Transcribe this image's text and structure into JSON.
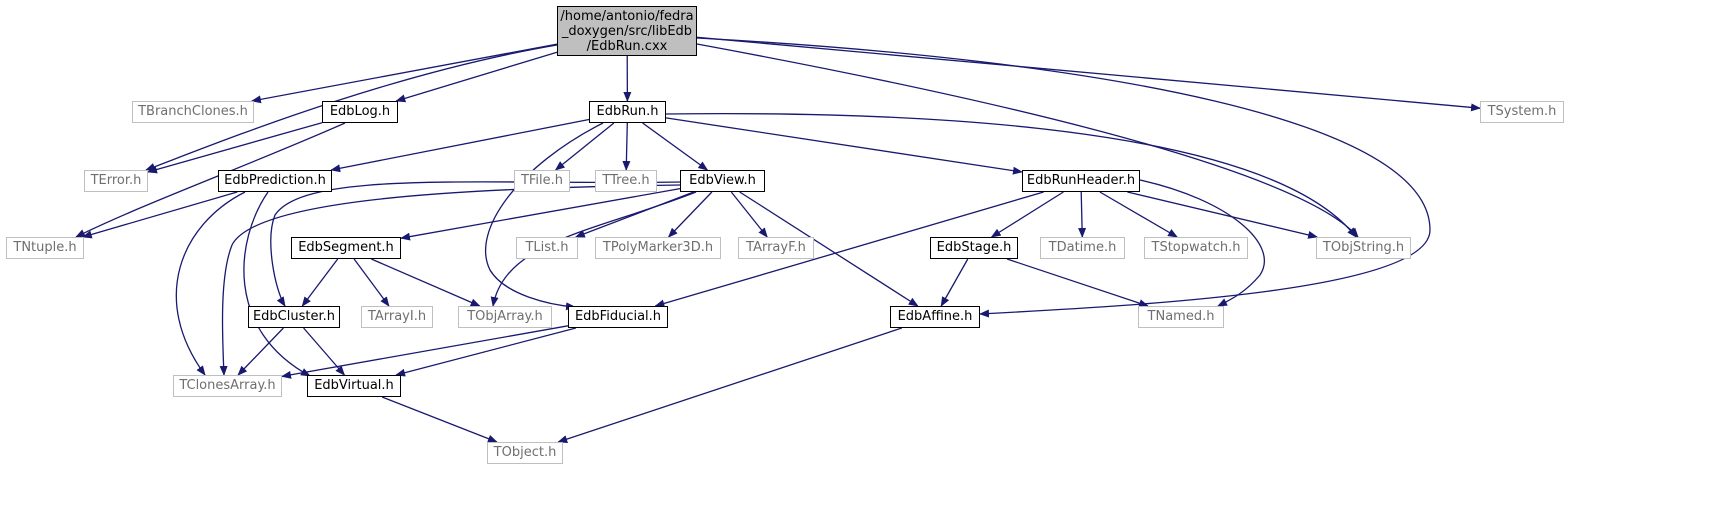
{
  "diagram": {
    "type": "include-dependency-graph",
    "colors": {
      "edge": "#191970",
      "root_fill": "#bfbfbf",
      "external_border": "#bfbfbf",
      "local_border": "#000000"
    },
    "nodes": [
      {
        "id": "root",
        "label": "/home/antonio/fedra\n_doxygen/src/libEdb\n/EdbRun.cxx",
        "kind": "root"
      },
      {
        "id": "tbranchclones",
        "label": "TBranchClones.h",
        "kind": "external"
      },
      {
        "id": "edblog",
        "label": "EdbLog.h",
        "kind": "local"
      },
      {
        "id": "edbrun",
        "label": "EdbRun.h",
        "kind": "local"
      },
      {
        "id": "tsystem",
        "label": "TSystem.h",
        "kind": "external"
      },
      {
        "id": "terror",
        "label": "TError.h",
        "kind": "external"
      },
      {
        "id": "edbprediction",
        "label": "EdbPrediction.h",
        "kind": "local"
      },
      {
        "id": "tfile",
        "label": "TFile.h",
        "kind": "external"
      },
      {
        "id": "ttree",
        "label": "TTree.h",
        "kind": "external"
      },
      {
        "id": "edbview",
        "label": "EdbView.h",
        "kind": "local"
      },
      {
        "id": "edbrunheader",
        "label": "EdbRunHeader.h",
        "kind": "local"
      },
      {
        "id": "tntuple",
        "label": "TNtuple.h",
        "kind": "external"
      },
      {
        "id": "edbsegment",
        "label": "EdbSegment.h",
        "kind": "local"
      },
      {
        "id": "tlist",
        "label": "TList.h",
        "kind": "external"
      },
      {
        "id": "tpolymarker3d",
        "label": "TPolyMarker3D.h",
        "kind": "external"
      },
      {
        "id": "tarrayf",
        "label": "TArrayF.h",
        "kind": "external"
      },
      {
        "id": "edbstage",
        "label": "EdbStage.h",
        "kind": "local"
      },
      {
        "id": "tdatime",
        "label": "TDatime.h",
        "kind": "external"
      },
      {
        "id": "tstopwatch",
        "label": "TStopwatch.h",
        "kind": "external"
      },
      {
        "id": "tobjstring",
        "label": "TObjString.h",
        "kind": "external"
      },
      {
        "id": "edbcluster",
        "label": "EdbCluster.h",
        "kind": "local"
      },
      {
        "id": "tarrayi",
        "label": "TArrayI.h",
        "kind": "external"
      },
      {
        "id": "tobjarray",
        "label": "TObjArray.h",
        "kind": "external"
      },
      {
        "id": "edbfiducial",
        "label": "EdbFiducial.h",
        "kind": "local"
      },
      {
        "id": "edbaffine",
        "label": "EdbAffine.h",
        "kind": "local"
      },
      {
        "id": "tnamed",
        "label": "TNamed.h",
        "kind": "external"
      },
      {
        "id": "tclonesarray",
        "label": "TClonesArray.h",
        "kind": "external"
      },
      {
        "id": "edbvirtual",
        "label": "EdbVirtual.h",
        "kind": "local"
      },
      {
        "id": "tobject",
        "label": "TObject.h",
        "kind": "external"
      }
    ],
    "edges": [
      [
        "root",
        "tbranchclones"
      ],
      [
        "root",
        "edblog"
      ],
      [
        "root",
        "edbrun"
      ],
      [
        "root",
        "tsystem"
      ],
      [
        "root",
        "terror"
      ],
      [
        "root",
        "tobjstring"
      ],
      [
        "root",
        "edbaffine"
      ],
      [
        "edblog",
        "terror"
      ],
      [
        "edblog",
        "tntuple"
      ],
      [
        "edbrun",
        "edbprediction"
      ],
      [
        "edbrun",
        "tfile"
      ],
      [
        "edbrun",
        "ttree"
      ],
      [
        "edbrun",
        "edbview"
      ],
      [
        "edbrun",
        "edbrunheader"
      ],
      [
        "edbrun",
        "tobjstring"
      ],
      [
        "edbrun",
        "edbfiducial"
      ],
      [
        "edbprediction",
        "tntuple"
      ],
      [
        "edbprediction",
        "tclonesarray"
      ],
      [
        "edbprediction",
        "edbvirtual"
      ],
      [
        "edbview",
        "edbsegment"
      ],
      [
        "edbview",
        "tlist"
      ],
      [
        "edbview",
        "tpolymarker3d"
      ],
      [
        "edbview",
        "tarrayf"
      ],
      [
        "edbview",
        "edbaffine"
      ],
      [
        "edbview",
        "tobjarray"
      ],
      [
        "edbview",
        "edbcluster"
      ],
      [
        "edbview",
        "tclonesarray"
      ],
      [
        "edbrunheader",
        "edbstage"
      ],
      [
        "edbrunheader",
        "tdatime"
      ],
      [
        "edbrunheader",
        "tstopwatch"
      ],
      [
        "edbrunheader",
        "tobjstring"
      ],
      [
        "edbrunheader",
        "tnamed"
      ],
      [
        "edbrunheader",
        "edbfiducial"
      ],
      [
        "edbsegment",
        "edbcluster"
      ],
      [
        "edbsegment",
        "tarrayi"
      ],
      [
        "edbsegment",
        "tobjarray"
      ],
      [
        "edbstage",
        "edbaffine"
      ],
      [
        "edbstage",
        "tnamed"
      ],
      [
        "edbcluster",
        "tclonesarray"
      ],
      [
        "edbcluster",
        "edbvirtual"
      ],
      [
        "edbfiducial",
        "tclonesarray"
      ],
      [
        "edbfiducial",
        "edbvirtual"
      ],
      [
        "edbaffine",
        "tobject"
      ],
      [
        "edbvirtual",
        "tobject"
      ]
    ]
  }
}
